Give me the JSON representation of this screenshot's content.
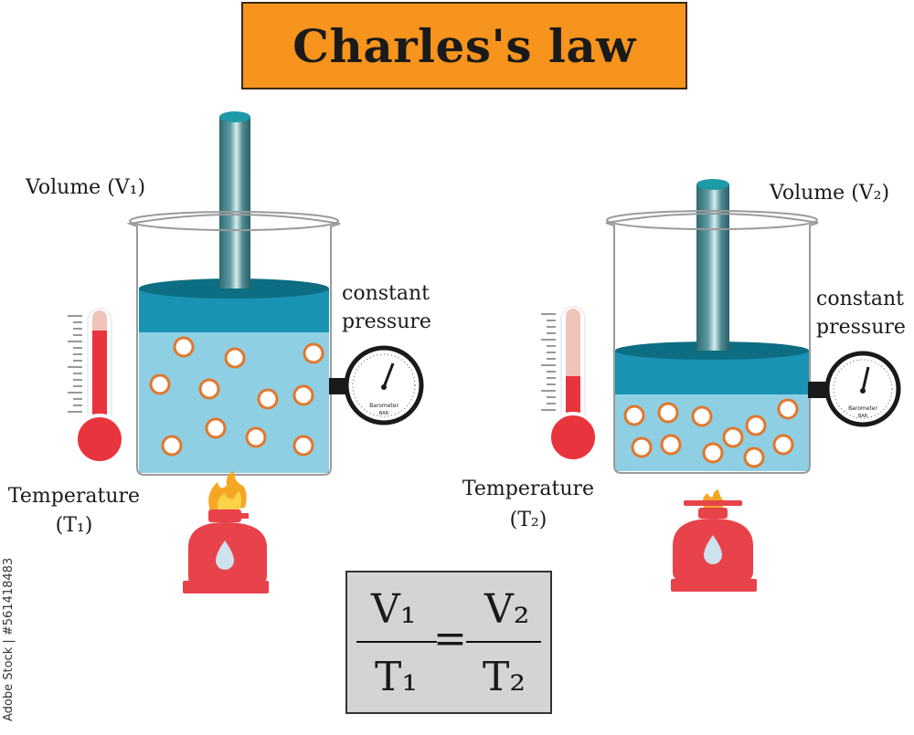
{
  "title": "Charles's law",
  "left": {
    "volume": "Volume  (V₁)",
    "pressure_line1": "constant",
    "pressure_line2": "pressure",
    "temp_line1": "Temperature",
    "temp_line2": "(T₁)",
    "gauge_label": "Barometer",
    "gauge_unit": "BAR"
  },
  "right": {
    "volume": "Volume  (V₂)",
    "pressure_line1": "constant",
    "pressure_line2": "pressure",
    "temp_line1": "Temperature",
    "temp_line2": "(T₂)",
    "gauge_label": "Barometer",
    "gauge_unit": "BAR"
  },
  "formula": {
    "num_left": "V₁",
    "den_left": "T₁",
    "equals": "=",
    "num_right": "V₂",
    "den_right": "T₂"
  },
  "watermark": "Adobe Stock | #561418483",
  "colors": {
    "title_bg": "#f7941d",
    "water": "#8ecfe3",
    "piston": "#138aa8",
    "thermometer_red": "#e8343c",
    "burner_red": "#e8424a"
  }
}
